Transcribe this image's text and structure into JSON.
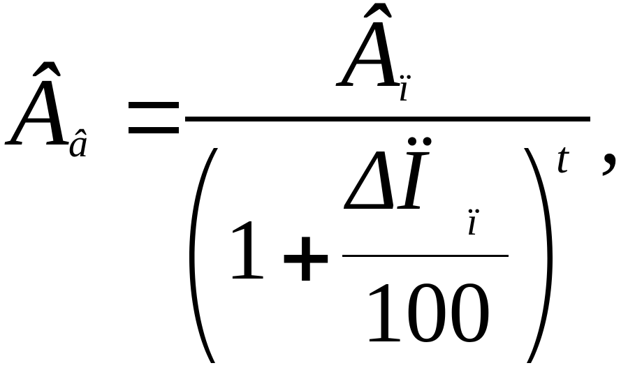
{
  "formula": {
    "lhs_symbol": "Â",
    "lhs_subscript": "â",
    "equals": "=",
    "numerator_symbol": "Â",
    "numerator_subscript": "ï",
    "one": "1",
    "plus": "+",
    "inner_numerator": "ΔÏ",
    "inner_subscript": "ï",
    "inner_denominator": "100",
    "exponent": "t",
    "trailing_comma": ","
  }
}
